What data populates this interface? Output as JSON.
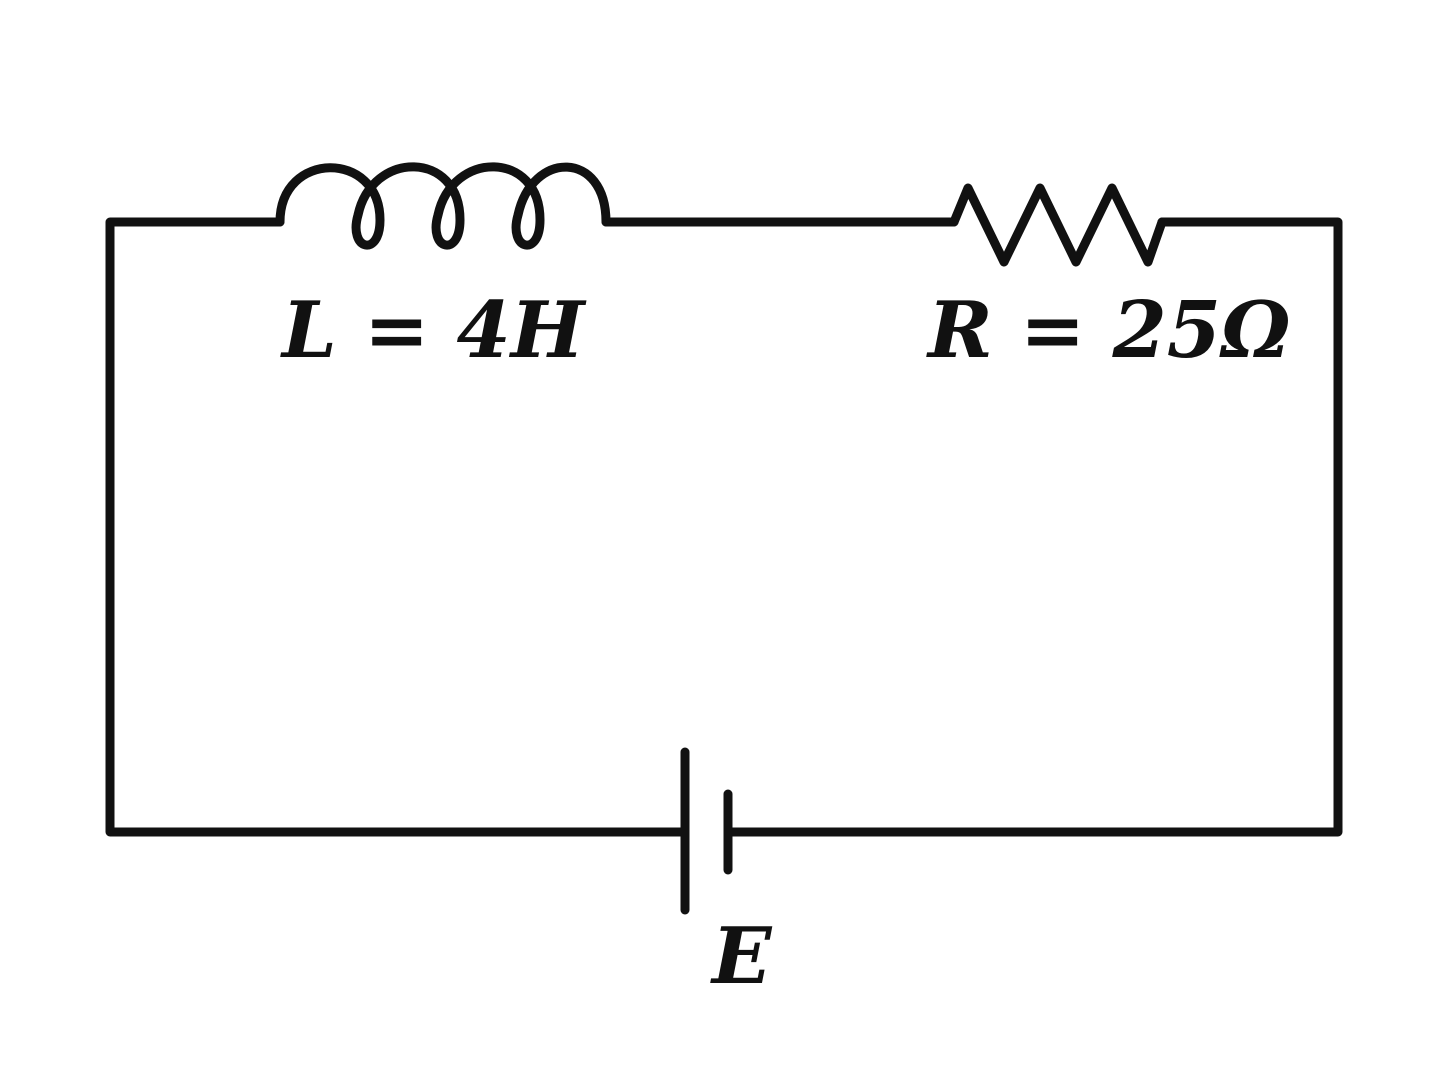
{
  "diagram": {
    "type": "circuit",
    "components": {
      "inductor": {
        "label": "L = 4H"
      },
      "resistor": {
        "label": "R = 25Ω"
      },
      "battery": {
        "label": "E"
      }
    },
    "colors": {
      "stroke": "#111111",
      "background": "#ffffff"
    }
  }
}
